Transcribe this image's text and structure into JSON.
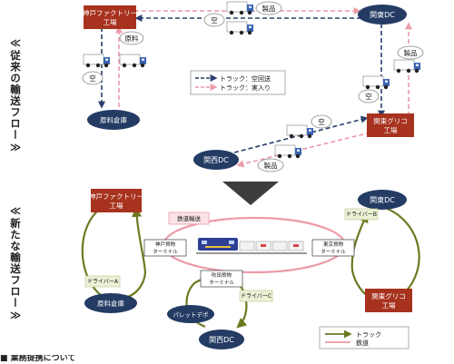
{
  "side_labels": {
    "top": "≪従来の輸送フロー≫",
    "bottom": "≪新たな輸送フロー≫"
  },
  "conventional": {
    "kobe_factory": [
      "神戸ファクトリー",
      "工場"
    ],
    "kanto_dc": "関東DC",
    "raw_warehouse": "原料倉庫",
    "kanto_glico": [
      "関東グリコ",
      "工場"
    ],
    "kansai_dc": "関西DC",
    "truck_labels": {
      "empty": "空",
      "product": "製品",
      "raw": "原料"
    },
    "legend": {
      "empty_run": "トラック：空回送",
      "loaded": "トラック：実入り"
    }
  },
  "new_flow": {
    "kobe_factory": [
      "神戸ファクトリー",
      "工場"
    ],
    "kanto_dc": "関東DC",
    "raw_warehouse": "原料倉庫",
    "kanto_glico": [
      "関東グリコ",
      "工場"
    ],
    "kansai_dc": "関西DC",
    "rail_transport": "鉄道輸送",
    "kobe_terminal": [
      "神戸貨物",
      "ターミナル"
    ],
    "tokyo_terminal": [
      "東京貨物",
      "ターミナル"
    ],
    "suita_terminal": [
      "吹田貨物",
      "ターミナル"
    ],
    "driver_a": "ドライバーA",
    "driver_b": "ドライバーB",
    "driver_c": "ドライバーC",
    "pallet_dep": "パレットデポ",
    "legend": {
      "truck": "トラック",
      "rail": "鉄道"
    }
  },
  "footer": "■ 業務提携について"
}
